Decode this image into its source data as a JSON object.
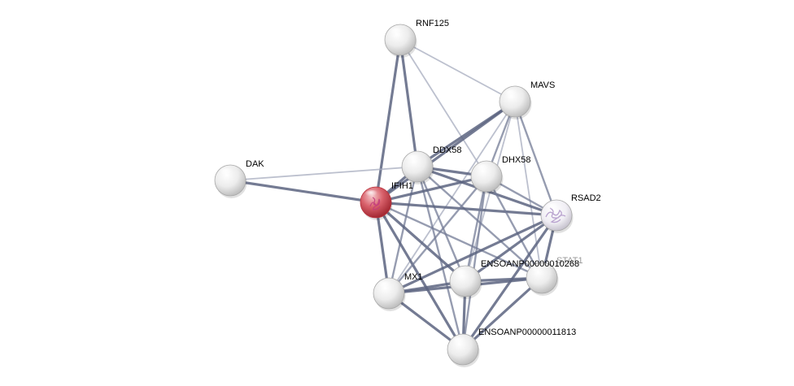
{
  "network": {
    "nodes": [
      {
        "id": "RNF125",
        "label": "RNF125",
        "style": "plain"
      },
      {
        "id": "MAVS",
        "label": "MAVS",
        "style": "plain"
      },
      {
        "id": "DDX58",
        "label": "DDX58",
        "style": "plain"
      },
      {
        "id": "DHX58",
        "label": "DHX58",
        "style": "plain"
      },
      {
        "id": "DAK",
        "label": "DAK",
        "style": "plain"
      },
      {
        "id": "IFIH1",
        "label": "IFIH1",
        "style": "query"
      },
      {
        "id": "RSAD2",
        "label": "RSAD2",
        "style": "structure"
      },
      {
        "id": "STAT1",
        "label": "STAT1",
        "style": "plain"
      },
      {
        "id": "ENSOANP00000010268",
        "label": "ENSOANP00000010268",
        "style": "plain"
      },
      {
        "id": "MX1",
        "label": "MX1",
        "style": "plain"
      },
      {
        "id": "ENSOANP00000011813",
        "label": "ENSOANP00000011813",
        "style": "plain"
      }
    ],
    "edges": [
      {
        "a": "RNF125",
        "b": "IFIH1",
        "strength": "strong"
      },
      {
        "a": "RNF125",
        "b": "DDX58",
        "strength": "strong"
      },
      {
        "a": "RNF125",
        "b": "MAVS",
        "strength": "weak"
      },
      {
        "a": "RNF125",
        "b": "DHX58",
        "strength": "weak"
      },
      {
        "a": "MAVS",
        "b": "DDX58",
        "strength": "strong"
      },
      {
        "a": "MAVS",
        "b": "IFIH1",
        "strength": "strong"
      },
      {
        "a": "MAVS",
        "b": "DHX58",
        "strength": "medium"
      },
      {
        "a": "MAVS",
        "b": "RSAD2",
        "strength": "medium"
      },
      {
        "a": "MAVS",
        "b": "STAT1",
        "strength": "weak"
      },
      {
        "a": "MAVS",
        "b": "ENSOANP00000010268",
        "strength": "weak"
      },
      {
        "a": "MAVS",
        "b": "MX1",
        "strength": "weak"
      },
      {
        "a": "DAK",
        "b": "IFIH1",
        "strength": "strong"
      },
      {
        "a": "DAK",
        "b": "DDX58",
        "strength": "weak"
      },
      {
        "a": "DDX58",
        "b": "IFIH1",
        "strength": "strong"
      },
      {
        "a": "DDX58",
        "b": "DHX58",
        "strength": "strong"
      },
      {
        "a": "DDX58",
        "b": "RSAD2",
        "strength": "strong"
      },
      {
        "a": "DDX58",
        "b": "STAT1",
        "strength": "medium"
      },
      {
        "a": "DDX58",
        "b": "ENSOANP00000010268",
        "strength": "medium"
      },
      {
        "a": "DDX58",
        "b": "MX1",
        "strength": "medium"
      },
      {
        "a": "DDX58",
        "b": "ENSOANP00000011813",
        "strength": "medium"
      },
      {
        "a": "IFIH1",
        "b": "DHX58",
        "strength": "strong"
      },
      {
        "a": "IFIH1",
        "b": "RSAD2",
        "strength": "strong"
      },
      {
        "a": "IFIH1",
        "b": "STAT1",
        "strength": "medium"
      },
      {
        "a": "IFIH1",
        "b": "ENSOANP00000010268",
        "strength": "strong"
      },
      {
        "a": "IFIH1",
        "b": "MX1",
        "strength": "strong"
      },
      {
        "a": "IFIH1",
        "b": "ENSOANP00000011813",
        "strength": "strong"
      },
      {
        "a": "DHX58",
        "b": "RSAD2",
        "strength": "medium"
      },
      {
        "a": "DHX58",
        "b": "STAT1",
        "strength": "medium"
      },
      {
        "a": "DHX58",
        "b": "ENSOANP00000010268",
        "strength": "medium"
      },
      {
        "a": "DHX58",
        "b": "MX1",
        "strength": "medium"
      },
      {
        "a": "DHX58",
        "b": "ENSOANP00000011813",
        "strength": "medium"
      },
      {
        "a": "RSAD2",
        "b": "STAT1",
        "strength": "strong"
      },
      {
        "a": "RSAD2",
        "b": "ENSOANP00000010268",
        "strength": "strong"
      },
      {
        "a": "RSAD2",
        "b": "MX1",
        "strength": "strong"
      },
      {
        "a": "RSAD2",
        "b": "ENSOANP00000011813",
        "strength": "strong"
      },
      {
        "a": "STAT1",
        "b": "ENSOANP00000010268",
        "strength": "strong"
      },
      {
        "a": "STAT1",
        "b": "MX1",
        "strength": "strong"
      },
      {
        "a": "STAT1",
        "b": "ENSOANP00000011813",
        "strength": "strong"
      },
      {
        "a": "ENSOANP00000010268",
        "b": "MX1",
        "strength": "strong"
      },
      {
        "a": "ENSOANP00000010268",
        "b": "ENSOANP00000011813",
        "strength": "strong"
      },
      {
        "a": "MX1",
        "b": "ENSOANP00000011813",
        "strength": "strong"
      }
    ],
    "colors": {
      "edge_strong": "#5c6480",
      "edge_medium": "#737b95",
      "edge_weak": "#a6abbe",
      "node_plain_light": "#ffffff",
      "node_plain_dark": "#c8c8c8",
      "node_query_light": "#f2b3b8",
      "node_query_dark": "#b8323c",
      "node_structure_accent": "#b9a3cf"
    }
  }
}
